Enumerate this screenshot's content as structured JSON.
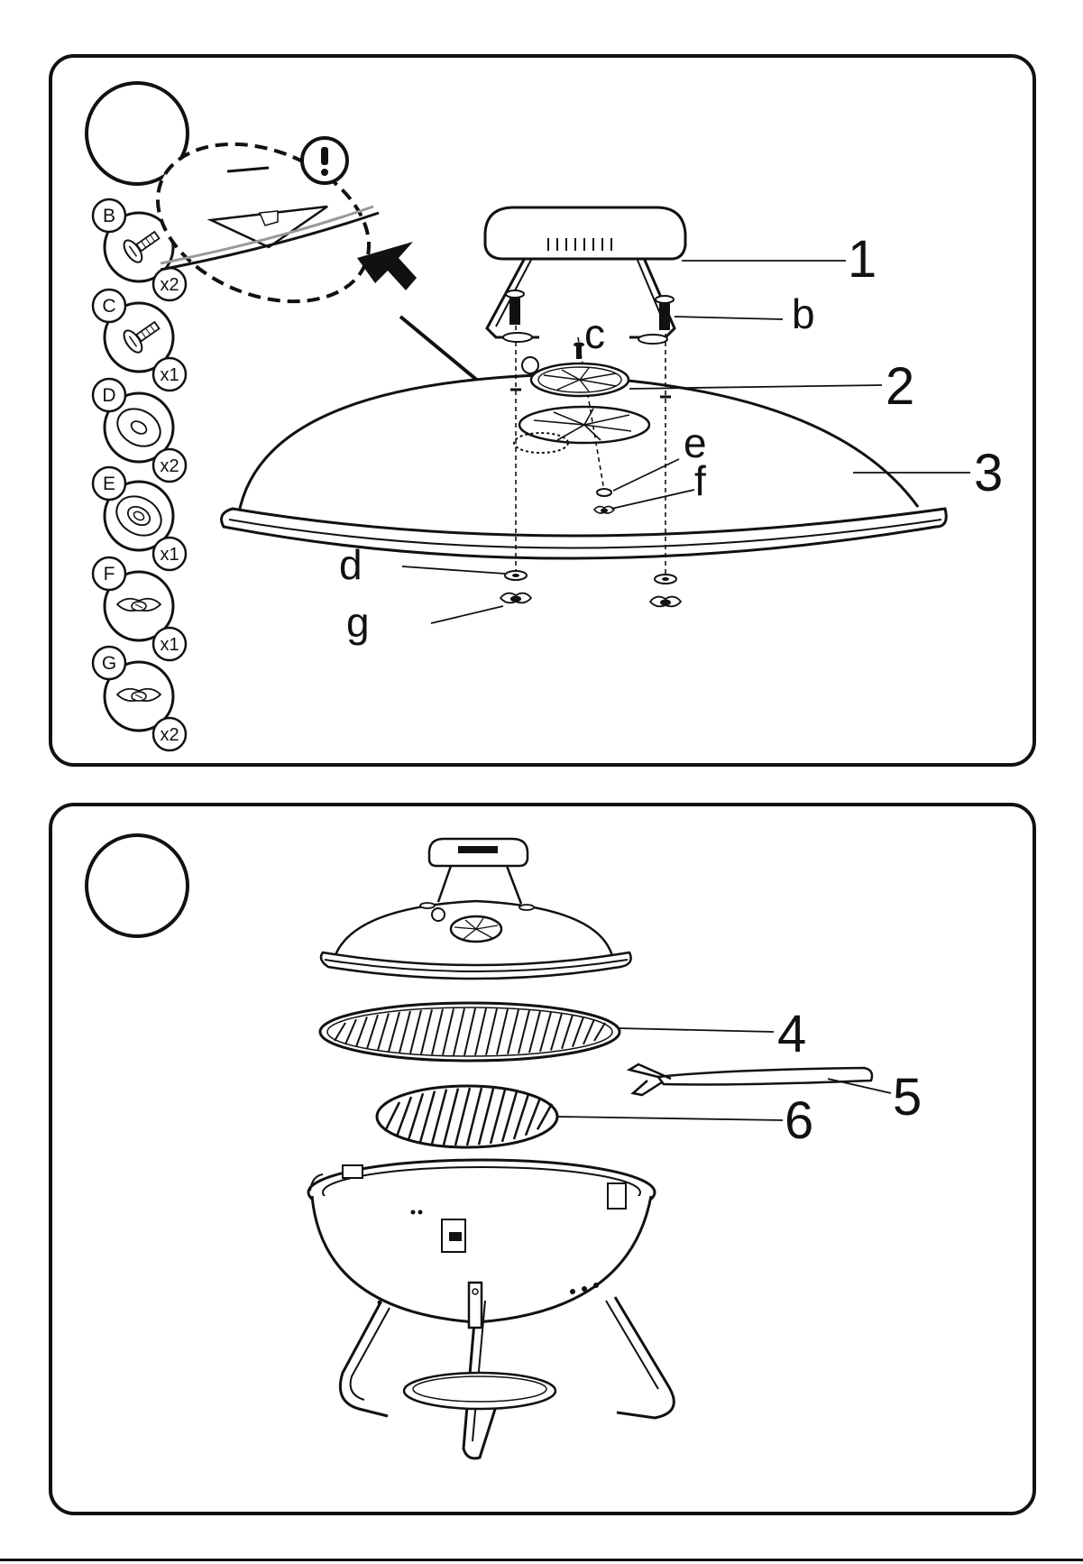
{
  "steps": [
    {
      "hardware": [
        {
          "letter": "B",
          "qty": "x2",
          "icon": "bolt-icon"
        },
        {
          "letter": "C",
          "qty": "x1",
          "icon": "bolt-icon"
        },
        {
          "letter": "D",
          "qty": "x2",
          "icon": "washer-icon"
        },
        {
          "letter": "E",
          "qty": "x1",
          "icon": "washer-icon"
        },
        {
          "letter": "F",
          "qty": "x1",
          "icon": "wing-nut-icon"
        },
        {
          "letter": "G",
          "qty": "x2",
          "icon": "wing-nut-icon"
        }
      ],
      "callouts": {
        "handle": "1",
        "vent": "2",
        "lid": "3",
        "bolt_b": "b",
        "bolt_c": "c",
        "washer_d": "d",
        "washer_e": "e",
        "nut_f": "f",
        "nut_g": "g"
      },
      "detail_icon": "exclamation-icon"
    },
    {
      "callouts": {
        "cooking_grate": "4",
        "grate_lifter": "5",
        "charcoal_grate": "6"
      }
    }
  ]
}
